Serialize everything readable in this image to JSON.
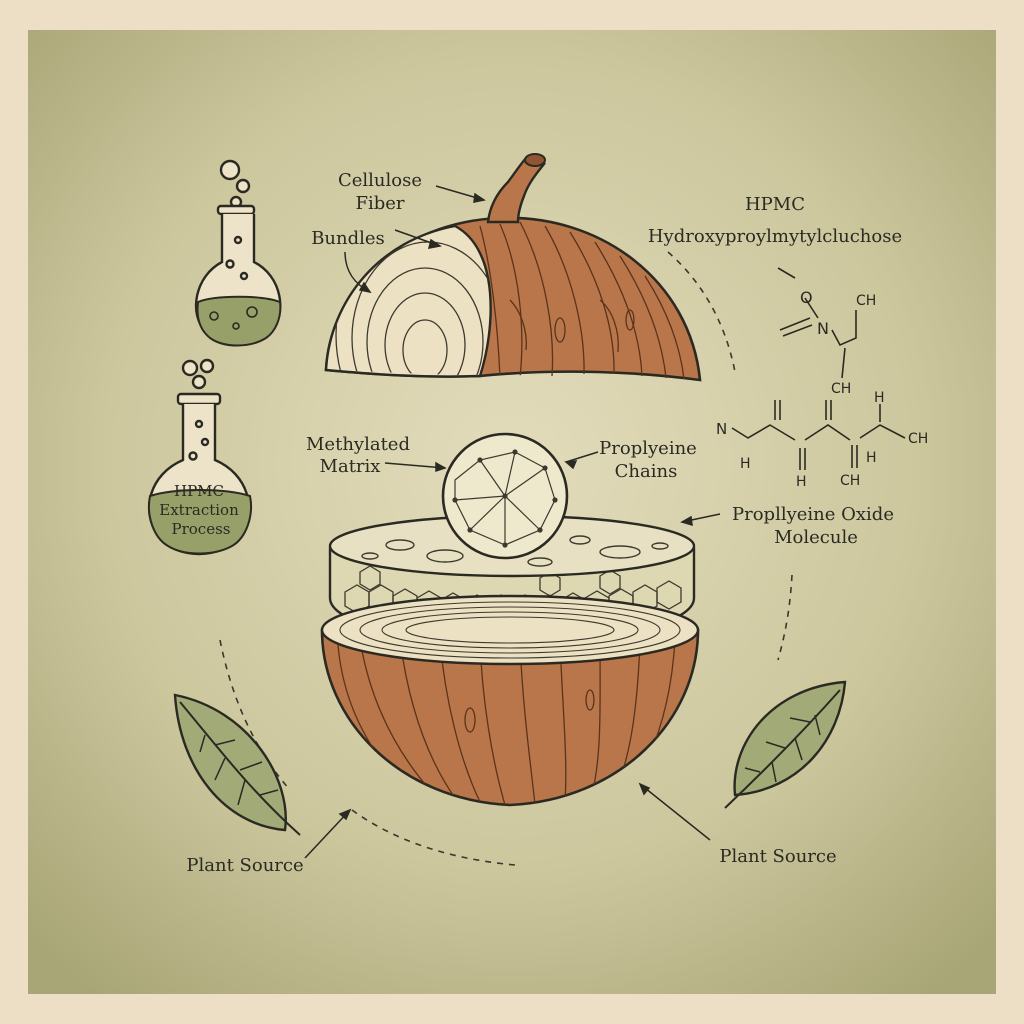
{
  "colors": {
    "frame": "#ecdfc6",
    "panel_light": "#ddd6b4",
    "panel_dark": "#a8a576",
    "wood": "#b9764a",
    "wood_dark": "#8f5635",
    "pith": "#ede1c4",
    "leaf": "#a2ab78",
    "ink": "#2a2a22",
    "liquid": "#98a06a"
  },
  "labels": {
    "cellulose_fiber_line1": "Cellulose",
    "cellulose_fiber_line2": "Fiber",
    "bundles": "Bundles",
    "hpmc_title": "HPMC",
    "hpmc_name": "Hydroxyproylmytylcluchose",
    "methylated_line1": "Methylated",
    "methylated_line2": "Matrix",
    "chains_line1": "Proplyeine",
    "chains_line2": "Chains",
    "oxide_line1": "Propllyeine Oxide",
    "oxide_line2": "Molecule",
    "flask_line1": "HPMC",
    "flask_line2": "Extraction",
    "flask_line3": "Process",
    "plant_source_left": "Plant Source",
    "plant_source_right": "Plant Source"
  },
  "chem_atoms": {
    "o": "O",
    "n1": "N",
    "ch_top": "CH",
    "ch_mid": "CH",
    "n2": "N",
    "h1": "H",
    "h2": "H",
    "h3": "H",
    "h_right": "H",
    "ch_right": "CH",
    "ch_bottom": "CH"
  }
}
